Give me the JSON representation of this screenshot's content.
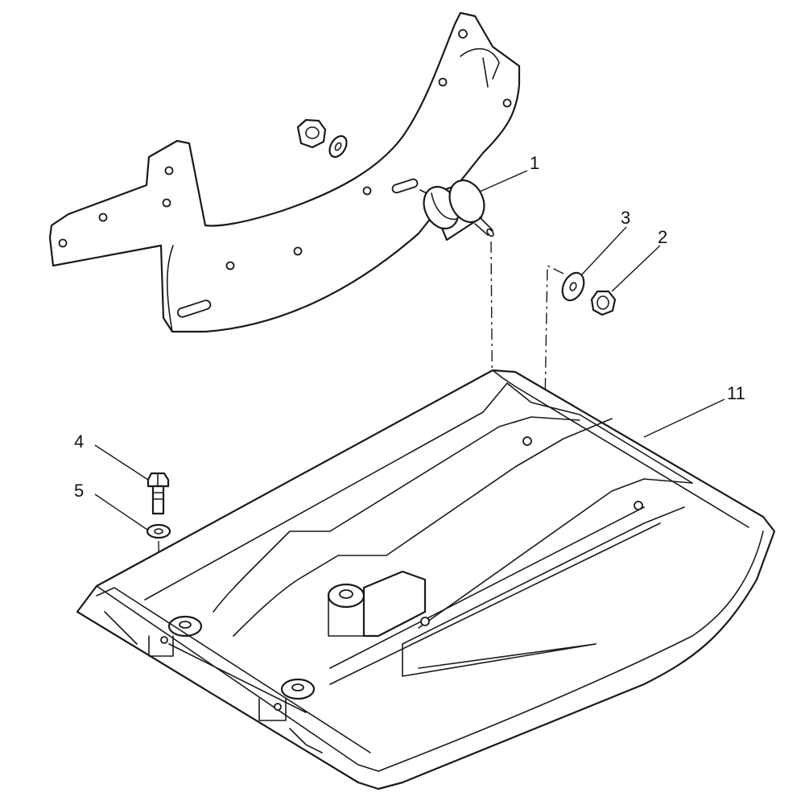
{
  "callouts": {
    "c1": "1",
    "c2": "2",
    "c3": "3",
    "c4": "4",
    "c5": "5",
    "c11": "11"
  }
}
